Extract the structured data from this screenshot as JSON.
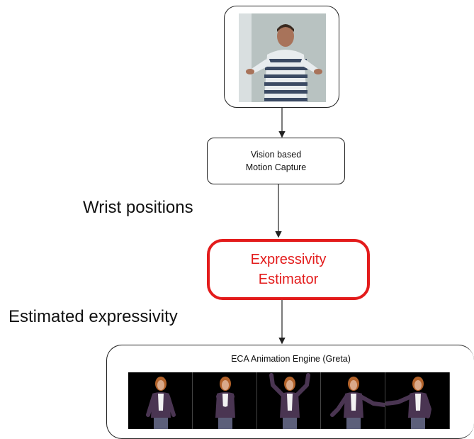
{
  "photo": {
    "name": "presenter-photo"
  },
  "capture_box": {
    "line1": "Vision based",
    "line2": "Motion Capture"
  },
  "wrist_label": "Wrist positions",
  "expressivity_box": {
    "line1": "Expressivity",
    "line2": "Estimator"
  },
  "estimated_label": "Estimated expressivity",
  "engine_box": {
    "title": "ECA Animation Engine (Greta)"
  },
  "colors": {
    "accent_red": "#e31b1b",
    "line": "#222222"
  },
  "frames": [
    {
      "pose": "arms-down"
    },
    {
      "pose": "hands-together"
    },
    {
      "pose": "arms-up"
    },
    {
      "pose": "arm-right-out"
    },
    {
      "pose": "arm-left-out"
    }
  ]
}
